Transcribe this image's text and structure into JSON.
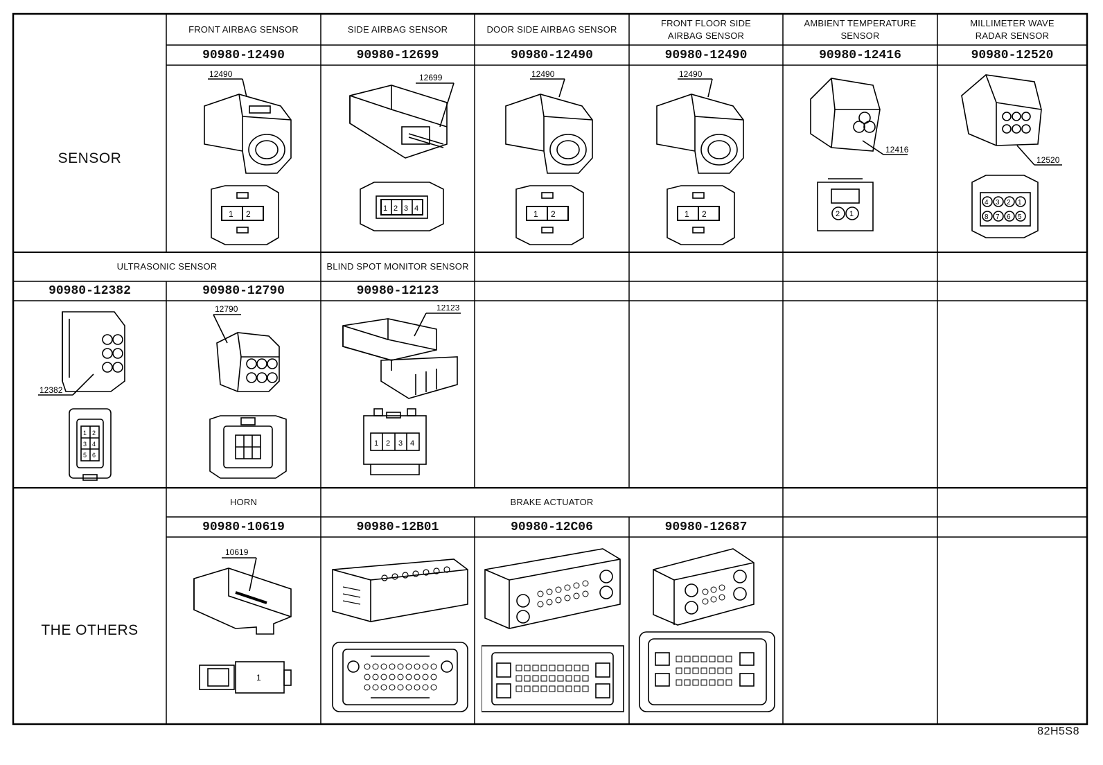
{
  "groups": {
    "sensor": "SENSOR",
    "others": "THE OTHERS"
  },
  "row1": {
    "headers": [
      "FRONT AIRBAG SENSOR",
      "SIDE AIRBAG SENSOR",
      "DOOR SIDE AIRBAG SENSOR",
      "FRONT FLOOR SIDE\nAIRBAG SENSOR",
      "AMBIENT TEMPERATURE\nSENSOR",
      "MILLIMETER WAVE\nRADAR SENSOR"
    ],
    "part_numbers": [
      "90980-12490",
      "90980-12699",
      "90980-12490",
      "90980-12490",
      "90980-12416",
      "90980-12520"
    ],
    "callouts": [
      "12490",
      "12699",
      "12490",
      "12490",
      "12416",
      "12520"
    ]
  },
  "row2": {
    "headers": [
      "ULTRASONIC SENSOR",
      "BLIND SPOT MONITOR SENSOR"
    ],
    "part_numbers": [
      "90980-12382",
      "90980-12790",
      "90980-12123"
    ],
    "callouts": [
      "12382",
      "12790",
      "12123"
    ]
  },
  "row3": {
    "headers": [
      "HORN",
      "BRAKE ACTUATOR"
    ],
    "part_numbers": [
      "90980-10619",
      "90980-12B01",
      "90980-12C06",
      "90980-12687"
    ],
    "callouts": [
      "10619"
    ]
  },
  "pins": {
    "two_pin": [
      "1",
      "2"
    ],
    "four_pin": [
      "1",
      "2",
      "3",
      "4"
    ],
    "ambient": [
      "2",
      "1"
    ],
    "radar_top": [
      "4",
      "3",
      "2",
      "1"
    ],
    "radar_bottom": [
      "8",
      "7",
      "6",
      "5"
    ],
    "ultra_six": [
      "1",
      "2",
      "3",
      "4",
      "5",
      "6"
    ],
    "horn": "1"
  },
  "figure_id": "82H5S8"
}
